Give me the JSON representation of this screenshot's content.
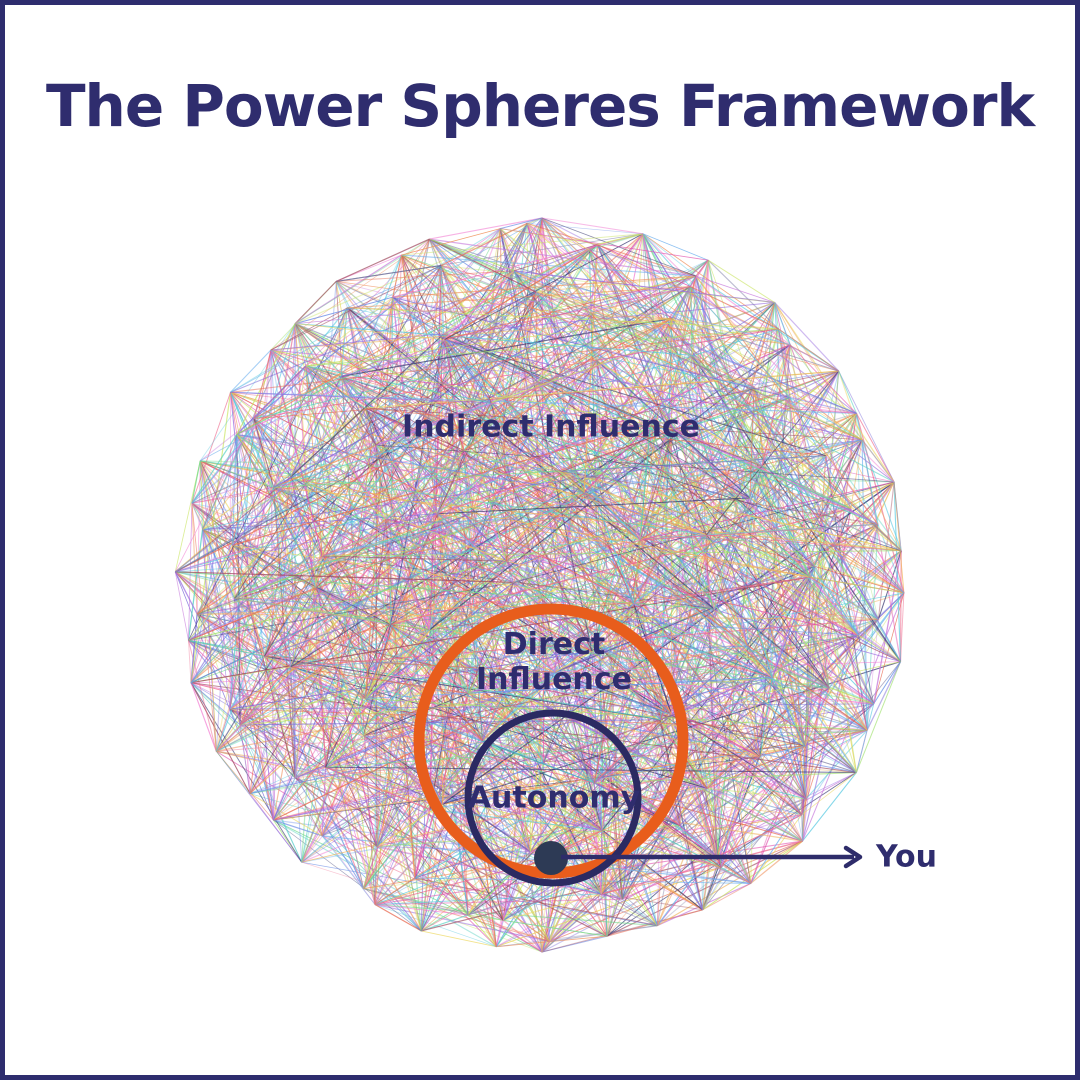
{
  "title": "The Power Spheres Framework",
  "labels": {
    "outer_sphere": "Indirect Influence",
    "direct_line1": "Direct",
    "direct_line2": "Influence",
    "autonomy": "Autonomy",
    "you": "You"
  },
  "colors": {
    "background": "#ffffff",
    "frame_border": "#2e2d6e",
    "text_navy": "#2f2d6e",
    "direct_ring_orange": "#e85d1c",
    "autonomy_ring_navy": "#2b2a62",
    "you_dot": "#2d3a55",
    "arrow_navy": "#2e2c6a"
  },
  "sphere_palette": [
    "#f27ad1",
    "#e14fae",
    "#c77bdc",
    "#9a6fe0",
    "#7a6ad8",
    "#6b8ce6",
    "#6fb1ee",
    "#56c8e0",
    "#52cfc0",
    "#6fd98b",
    "#a0e06e",
    "#c8e45f",
    "#ecd75f",
    "#f0b35c",
    "#ef8d56",
    "#e86a52",
    "#ee6a8e",
    "#8c8cb0",
    "#3c3c74",
    "#a04a60"
  ]
}
